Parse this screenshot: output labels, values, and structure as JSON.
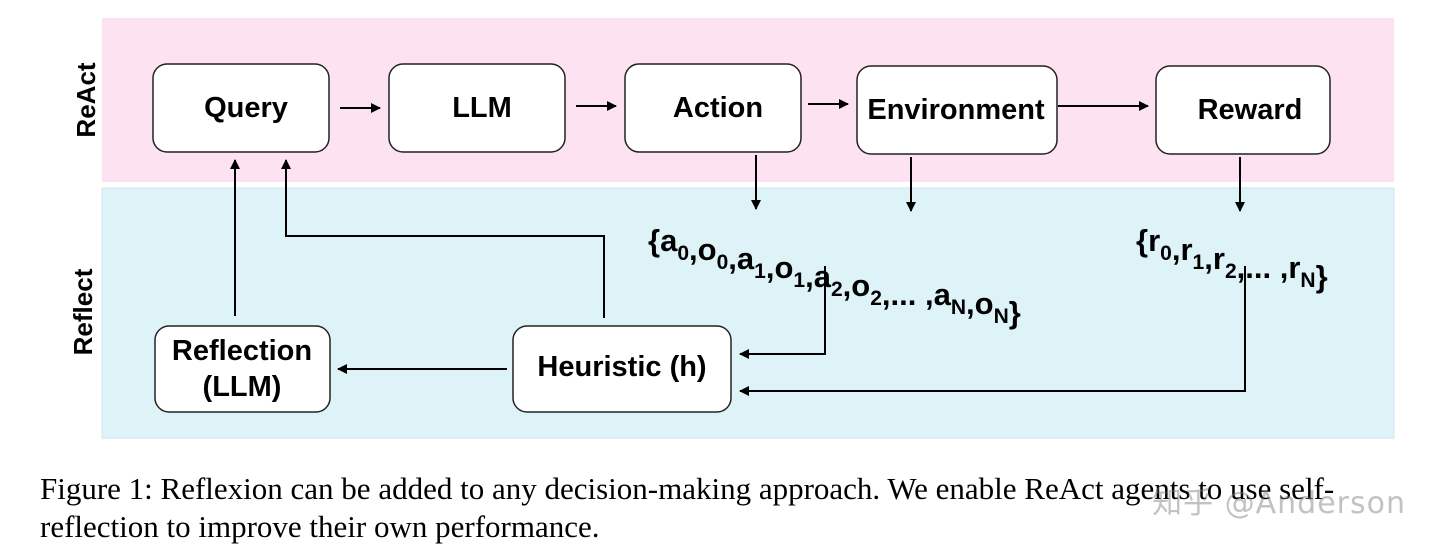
{
  "bands": {
    "react_label": "ReAct",
    "reflect_label": "Reflect",
    "react_color": "#fde3f1",
    "reflect_color": "#def3f8"
  },
  "nodes": {
    "query": "Query",
    "llm": "LLM",
    "action": "Action",
    "environment": "Environment",
    "reward": "Reward",
    "heuristic": "Heuristic (h)",
    "reflection_line1": "Reflection",
    "reflection_line2": "(LLM)"
  },
  "trajectory": {
    "items": [
      {
        "base": "a",
        "sub": "0"
      },
      {
        "base": "o",
        "sub": "0"
      },
      {
        "base": "a",
        "sub": "1"
      },
      {
        "base": "o",
        "sub": "1"
      },
      {
        "base": "a",
        "sub": "2"
      },
      {
        "base": "o",
        "sub": "2"
      },
      {
        "base": "...",
        "sub": ""
      },
      {
        "base": "a",
        "sub": "N"
      },
      {
        "base": "o",
        "sub": "N"
      }
    ]
  },
  "rewards": {
    "items": [
      {
        "base": "r",
        "sub": "0"
      },
      {
        "base": "r",
        "sub": "1"
      },
      {
        "base": "r",
        "sub": "2"
      },
      {
        "base": "...",
        "sub": ""
      },
      {
        "base": "r",
        "sub": "N"
      }
    ]
  },
  "caption": "Figure 1: Reflexion can be added to any decision-making approach. We enable ReAct agents to use self-reflection to improve their own performance.",
  "watermark": "知乎 @Anderson"
}
